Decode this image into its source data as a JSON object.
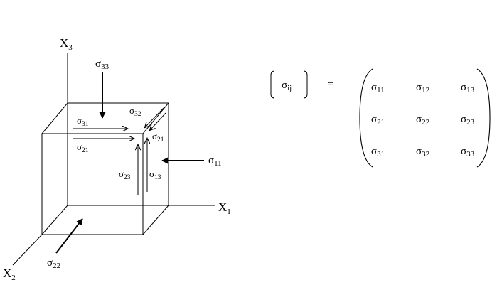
{
  "axes": {
    "x1": {
      "base": "X",
      "index": "1"
    },
    "x2": {
      "base": "X",
      "index": "2"
    },
    "x3": {
      "base": "X",
      "index": "3"
    }
  },
  "symbol": "σ",
  "stress_labels": {
    "s33": "33",
    "s11": "11",
    "s22": "22",
    "s31_top": "31",
    "s21_top": "21",
    "s32_top": "32",
    "s21_right": "21",
    "s23_front": "23",
    "s13_front": "13"
  },
  "equation": {
    "lhs_index": "ij",
    "equals": "=",
    "matrix": [
      [
        "11",
        "12",
        "13"
      ],
      [
        "21",
        "22",
        "23"
      ],
      [
        "31",
        "32",
        "33"
      ]
    ]
  }
}
